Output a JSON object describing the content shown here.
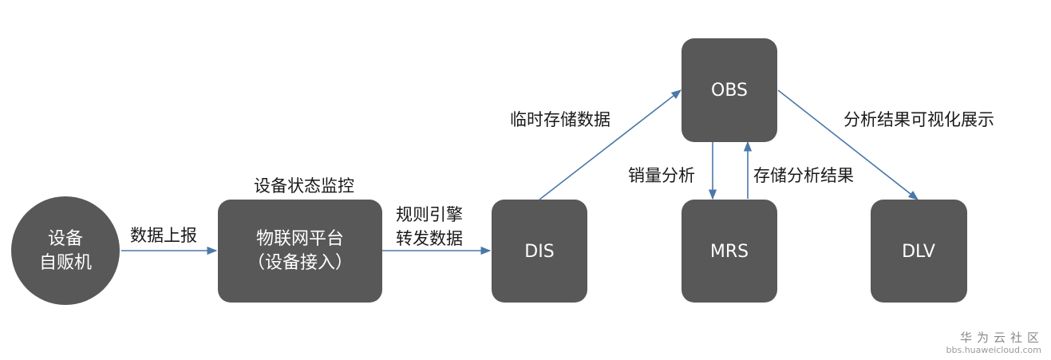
{
  "nodes": {
    "vending": {
      "line1": "设备",
      "line2": "自贩机"
    },
    "iot": {
      "line1": "物联网平台",
      "line2": "（设备接入）",
      "annotation": "设备状态监控"
    },
    "dis": {
      "label": "DIS"
    },
    "obs": {
      "label": "OBS"
    },
    "mrs": {
      "label": "MRS"
    },
    "dlv": {
      "label": "DLV"
    }
  },
  "edges": {
    "vending_iot": {
      "label": "数据上报"
    },
    "iot_dis": {
      "line1": "规则引擎",
      "line2": "转发数据"
    },
    "dis_obs": {
      "label": "临时存储数据"
    },
    "obs_mrs": {
      "label": "销量分析"
    },
    "mrs_obs": {
      "label": "存储分析结果"
    },
    "obs_dlv": {
      "label": "分析结果可视化展示"
    }
  },
  "watermark": {
    "title": "华为云社区",
    "url": "bbs.huaweicloud.com"
  },
  "colors": {
    "node_fill": "#585858",
    "edge_stroke": "#4a78a8",
    "text": "#1a1a1a"
  }
}
